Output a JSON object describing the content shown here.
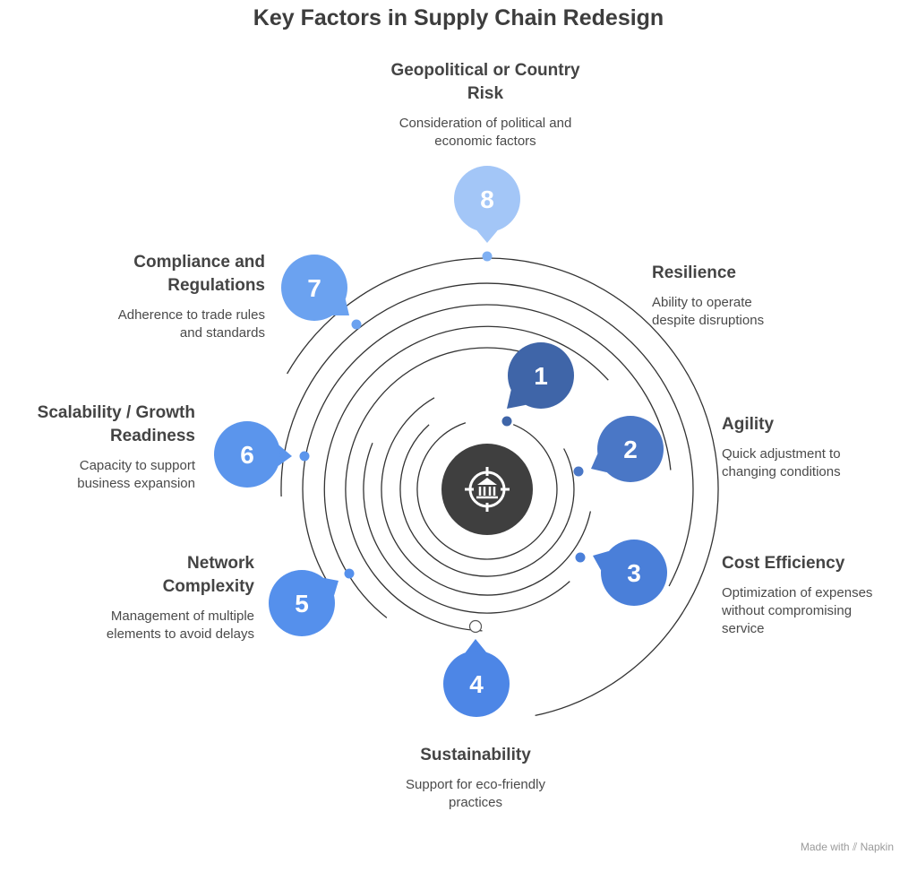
{
  "title": "Key Factors in Supply Chain Redesign",
  "center_icon": "bank-target-icon",
  "colors": {
    "ring": "#333333",
    "center": "#3f3f3f",
    "badge_1": "#3f65a8",
    "badge_2": "#4a77c6",
    "badge_3": "#4a7fd9",
    "badge_4": "#4d86e6",
    "badge_5": "#5590ec",
    "badge_6": "#5b95ec",
    "badge_7": "#6ba2f0",
    "badge_8": "#a3c6f7"
  },
  "factors": [
    {
      "number": "1",
      "title": "Resilience",
      "description": "Ability to operate despite disruptions"
    },
    {
      "number": "2",
      "title": "Agility",
      "description": "Quick adjustment to changing conditions"
    },
    {
      "number": "3",
      "title": "Cost Efficiency",
      "description": "Optimization of expenses without compromising service"
    },
    {
      "number": "4",
      "title": "Sustainability",
      "description": "Support for eco-friendly practices"
    },
    {
      "number": "5",
      "title": "Network Complexity",
      "description": "Management of multiple elements to avoid delays"
    },
    {
      "number": "6",
      "title": "Scalability / Growth Readiness",
      "description": "Capacity to support business expansion"
    },
    {
      "number": "7",
      "title": "Compliance and Regulations",
      "description": "Adherence to trade rules and standards"
    },
    {
      "number": "8",
      "title": "Geopolitical or Country Risk",
      "description": "Consideration of political and economic factors"
    }
  ],
  "footer": {
    "text": "Made with",
    "brand": "Napkin"
  }
}
